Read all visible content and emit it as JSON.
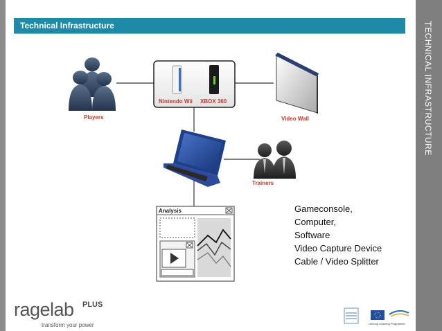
{
  "sidebar": {
    "title_initial": "T",
    "title_rest": "ECHNICAL ",
    "title_initial2": "I",
    "title_rest2": "NFRASTRUCTURE"
  },
  "header": {
    "title": "Technical Infrastructure"
  },
  "diagram": {
    "players_label": "Players",
    "wii_label": "Nintendo Wii",
    "xbox_label": "XBOX 360",
    "videowall_label": "Video Wall",
    "trainers_label": "Trainers",
    "analysis_title": "Analysis"
  },
  "content": {
    "items": [
      "Gameconsole,",
      "Computer,",
      "Software",
      "Video Capture Device",
      "Cable / Video Splitter"
    ]
  },
  "footer": {
    "logo_main": "ragelab",
    "logo_plus": "PLUS",
    "logo_tagline": "transform your power",
    "programme_text": "Lifelong Learning Programme"
  },
  "colors": {
    "title_bar": "#1e8aa8",
    "sidebar": "#7f7f7f",
    "label_red": "#c0392b",
    "logo_orange": "#e08a2e"
  }
}
